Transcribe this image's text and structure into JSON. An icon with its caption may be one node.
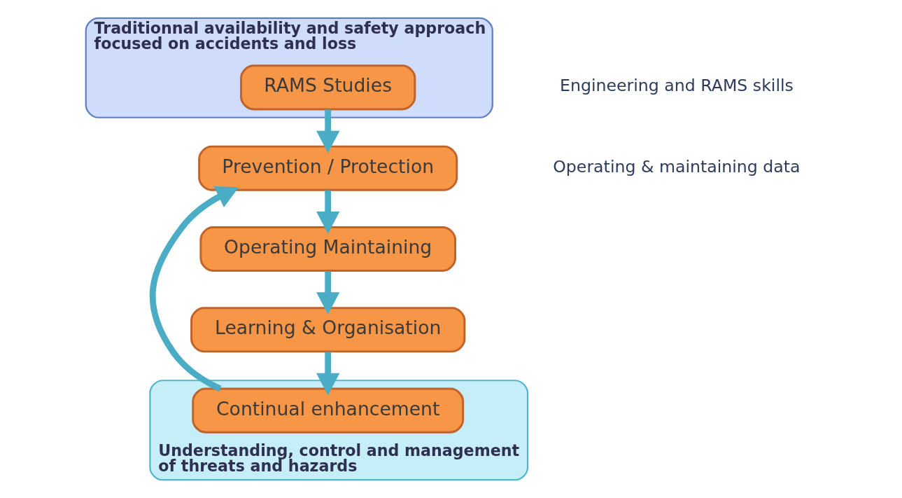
{
  "diagram": {
    "nodes": [
      {
        "text": [
          "Traditionnal availability and safety approach focused on accidents and loss"
        ]
      },
      {
        "text": [
          "Understanding, control and management of threats and hazards"
        ]
      },
      {
        "text": [
          "RAMS Studies"
        ],
        "in": 0
      },
      {
        "text": [
          "Prevention / Protection"
        ]
      },
      {
        "text": [
          "Operating Maintaining"
        ]
      },
      {
        "text": [
          "Continual enhancement"
        ],
        "in": 1
      },
      {
        "text": [
          "Learning & Organisation"
        ]
      }
    ],
    "edges": [
      {
        "from": 2,
        "to": 3,
        "arrow": "to"
      },
      {
        "from": 3,
        "to": 4,
        "arrow": "to"
      },
      {
        "from": 4,
        "to": 6,
        "arrow": "to"
      },
      {
        "from": 6,
        "to": 5,
        "arrow": "to"
      },
      {
        "from": 5,
        "to": 3,
        "arrow": "to"
      }
    ],
    "labels": [
      "Engineering and RAMS skills",
      "Operating & maintaining data"
    ]
  }
}
